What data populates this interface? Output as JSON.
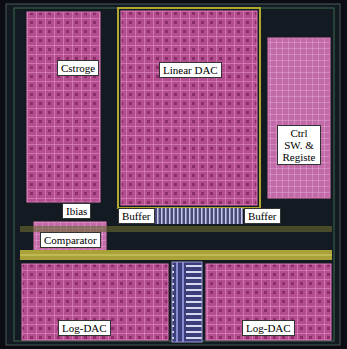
{
  "diagram": {
    "nodes": [
      {
        "text": [
          "Cstroge"
        ]
      },
      {
        "text": [
          "Linear DAC"
        ]
      },
      {
        "text": [
          "Ctrl SW. & Registe"
        ]
      },
      {
        "text": [
          "Ibias"
        ]
      },
      {
        "text": [
          "Comparator"
        ]
      },
      {
        "text": [
          "Buffer"
        ]
      },
      {
        "text": [
          "Buffer"
        ]
      },
      {
        "text": [
          "Log-DAC"
        ]
      },
      {
        "text": [
          "Log-DAC"
        ]
      }
    ]
  }
}
